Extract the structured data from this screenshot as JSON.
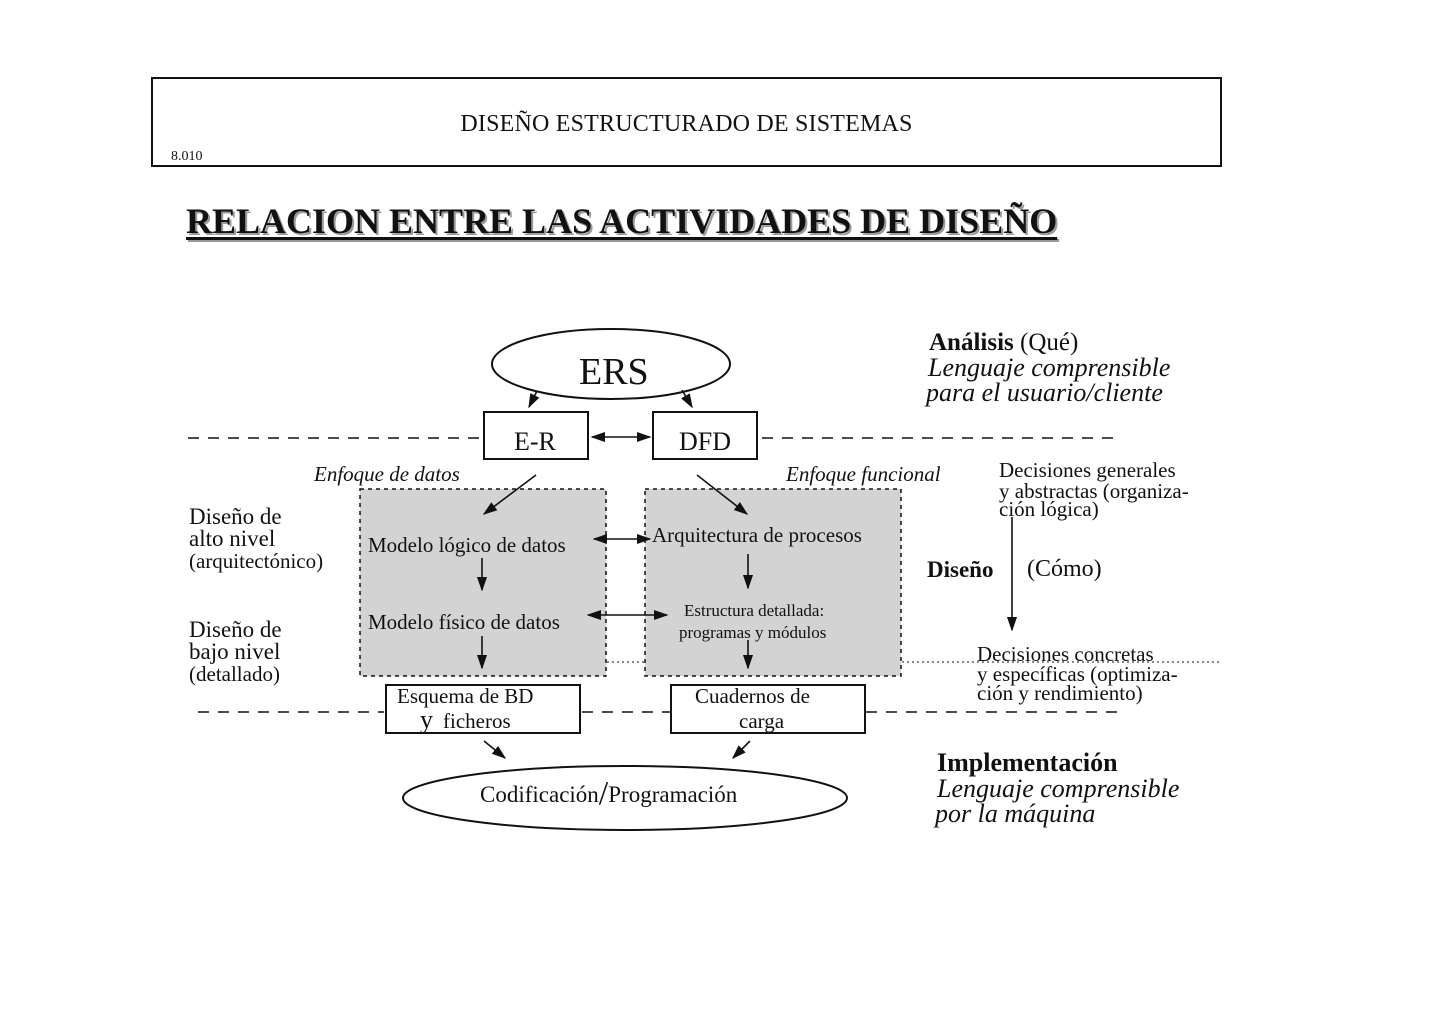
{
  "header": {
    "title": "DISEÑO ESTRUCTURADO DE SISTEMAS",
    "code": "8.010"
  },
  "main_title": "RELACION ENTRE LAS ACTIVIDADES DE DISEÑO",
  "nodes": {
    "ers": "ERS",
    "er": "E-R",
    "dfd": "DFD",
    "modelo_logico": "Modelo lógico de datos",
    "modelo_fisico": "Modelo físico de datos",
    "arquitectura": "Arquitectura de procesos",
    "estructura_line1": "Estructura detallada:",
    "estructura_line2": "programas y módulos",
    "esquema_line1": "Esquema de BD",
    "esquema_y": "y",
    "esquema_line2": "ficheros",
    "cuadernos_line1": "Cuadernos de",
    "cuadernos_line2": "carga",
    "codificacion_a": "Codificación",
    "codificacion_slash": "/",
    "codificacion_b": "Programación"
  },
  "labels": {
    "enfoque_datos": "Enfoque de datos",
    "enfoque_funcional": "Enfoque funcional",
    "alto_line1": "Diseño de",
    "alto_line2": "alto nivel",
    "alto_line3": "(arquitectónico)",
    "bajo_line1": "Diseño de",
    "bajo_line2": "bajo nivel",
    "bajo_line3": "(detallado)"
  },
  "right_panel": {
    "analisis_bold": "Análisis",
    "analisis_que": "(Qué)",
    "analisis_line2": "Lenguaje comprensible",
    "analisis_line3": "para el usuario/cliente",
    "dec_gen_line1": "Decisiones generales",
    "dec_gen_line2": "y abstractas (organiza-",
    "dec_gen_line3": "ción lógica)",
    "diseno_bold": "Diseño",
    "diseno_como": "(Cómo)",
    "dec_con_line1": "Decisiones concretas",
    "dec_con_line2": "y específicas (optimiza-",
    "dec_con_line3": "ción y rendimiento)",
    "impl_bold": "Implementación",
    "impl_line2": "Lenguaje comprensible",
    "impl_line3": "por la máquina"
  }
}
